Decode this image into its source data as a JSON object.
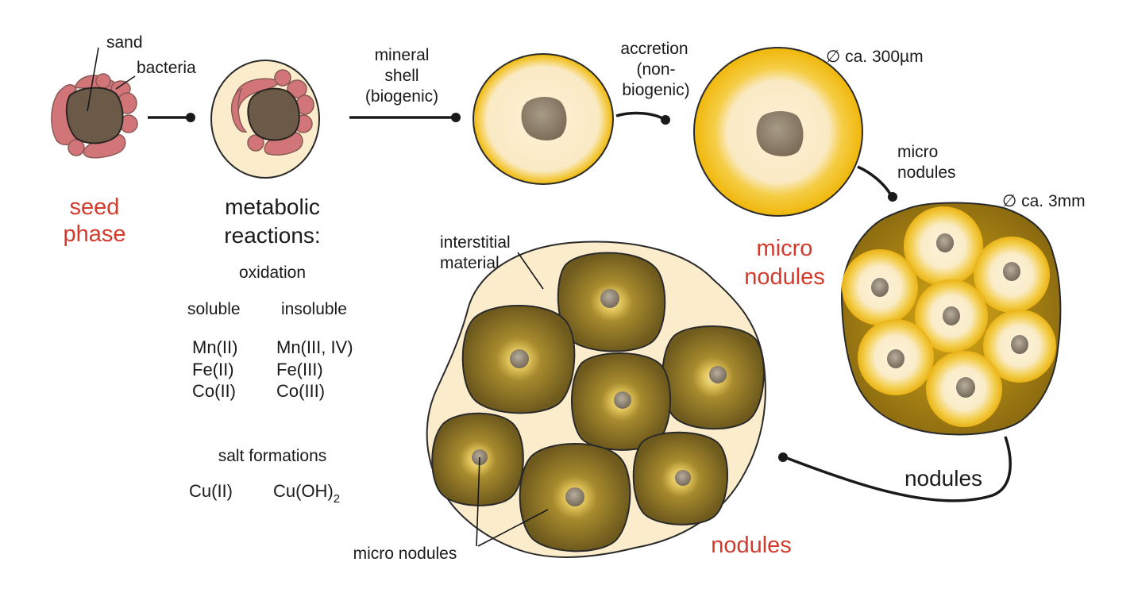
{
  "labels": {
    "sand": "sand",
    "bacteria": "bacteria",
    "seed_line1": "seed",
    "seed_line2": "phase",
    "metabolic_line1": "metabolic",
    "metabolic_line2": "reactions:",
    "oxidation": "oxidation",
    "soluble": "soluble",
    "insoluble": "insoluble",
    "soluble_items": [
      "Mn(II)",
      "Fe(II)",
      "Co(II)"
    ],
    "insoluble_items": [
      "Mn(III, IV)",
      "Fe(III)",
      "Co(III)"
    ],
    "salt_formations": "salt formations",
    "cu2": "Cu(II)",
    "cuoh_base": "Cu(OH)",
    "cuoh_sub": "2",
    "mineral_shell": [
      "mineral",
      "shell",
      "(biogenic)"
    ],
    "accretion": [
      "accretion",
      "(non-",
      "biogenic)"
    ],
    "size_micro": "∅ ca. 300µm",
    "micro_nodules_arrow": [
      "micro",
      "nodules"
    ],
    "size_nodule": "∅ ca. 3mm",
    "micro_nodules_stage": [
      "micro",
      "nodules"
    ],
    "interstitial": [
      "interstitial",
      "material"
    ],
    "micro_nodules_pointer": "micro nodules",
    "nodules_arrow": "nodules",
    "nodules_stage": "nodules"
  },
  "colors": {
    "stage_label": "#d43a2c",
    "bacteria": "#d27579",
    "sand": "#6b5a48",
    "pale_shell": "#fbeccb",
    "gold": "#f2bd10",
    "brown": "#7a6320"
  }
}
